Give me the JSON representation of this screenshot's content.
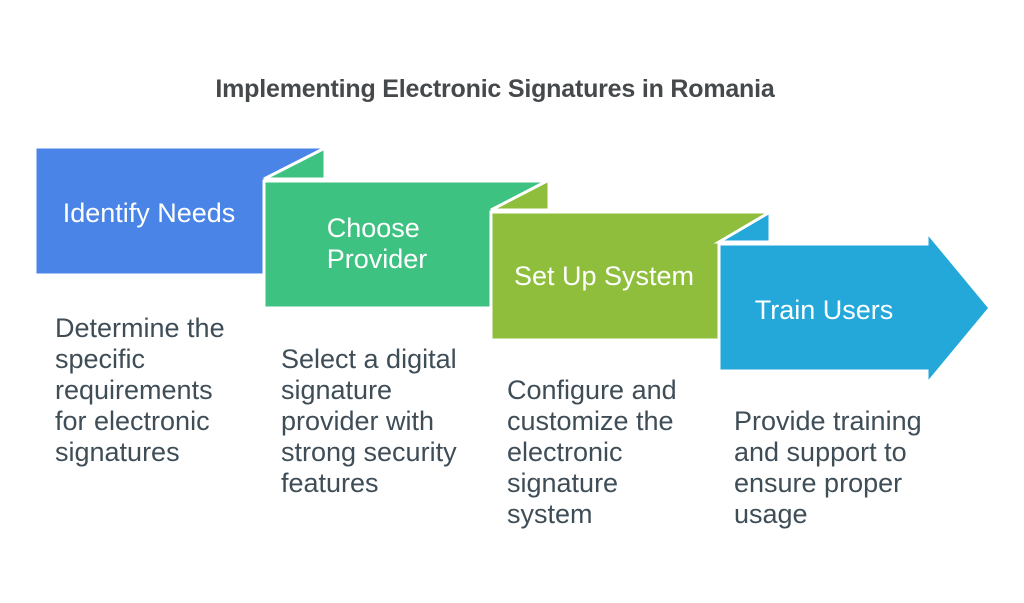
{
  "title": "Implementing Electronic Signatures in Romania",
  "colors": {
    "background": "#ffffff",
    "separator": "#ffffff",
    "title_text": "#45494b",
    "description_text": "#3f4d57",
    "label_text": "#ffffff",
    "step1": "#4a84e6",
    "step2": "#3ec282",
    "step3": "#8fbe3c",
    "step4": "#24a8da"
  },
  "steps": [
    {
      "label_lines": [
        "Identify Needs"
      ],
      "description_lines": [
        "Determine the",
        "specific",
        "requirements",
        "for electronic",
        "signatures"
      ]
    },
    {
      "label_lines": [
        "Choose",
        "Provider"
      ],
      "description_lines": [
        "Select a digital",
        "signature",
        "provider with",
        "strong security",
        "features"
      ]
    },
    {
      "label_lines": [
        "Set Up System"
      ],
      "description_lines": [
        "Configure and",
        "customize the",
        "electronic",
        "signature",
        "system"
      ]
    },
    {
      "label_lines": [
        "Train Users"
      ],
      "description_lines": [
        "Provide training",
        "and support to",
        "ensure proper",
        "usage"
      ]
    }
  ]
}
